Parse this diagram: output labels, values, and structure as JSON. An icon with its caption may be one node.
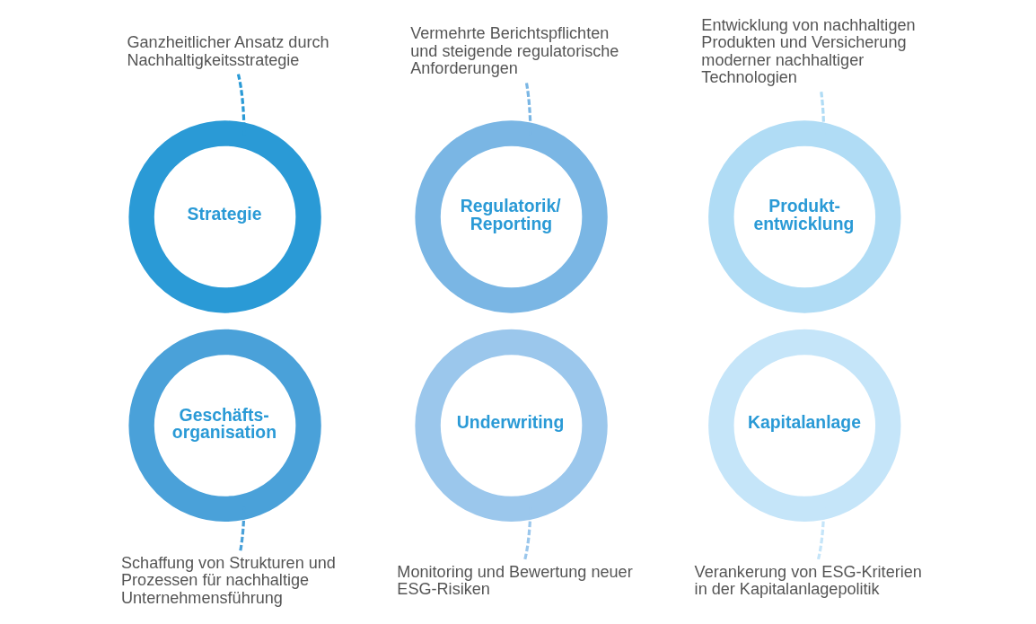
{
  "diagram": {
    "nodes": [
      {
        "text": [
          "Ganzheitlicher Ansatz durch Nachhaltigkeitsstrategie"
        ]
      },
      {
        "text": [
          "Vermehrte Berichtspflichten und steigende regulatorische Anforderungen"
        ]
      },
      {
        "text": [
          "Entwicklung von nachhaltigen Produkten und Versicherung moderner nachhaltiger Technologien"
        ]
      },
      {
        "text": [
          "Strategie"
        ]
      },
      {
        "text": [
          "Regulatorik/ Reporting"
        ]
      },
      {
        "text": [
          "Produkt- entwicklung"
        ]
      },
      {
        "text": [
          "Geschäfts- organisation"
        ]
      },
      {
        "text": [
          "Underwriting"
        ]
      },
      {
        "text": [
          "Kapitalanlage"
        ]
      },
      {
        "text": [
          "Schaffung von Strukturen und Prozessen für nachhaltige Unternehmensführung"
        ]
      },
      {
        "text": [
          "Monitoring und Bewertung neuer ESG-Risiken"
        ]
      },
      {
        "text": [
          "Verankerung von ESG-Kriterien in der Kapitalanlagepolitik"
        ]
      }
    ],
    "edges": [
      {
        "from": 0,
        "to": 3,
        "arrow": "none",
        "style": "dashed",
        "color": "#2a9ad6"
      },
      {
        "from": 1,
        "to": 4,
        "arrow": "none",
        "style": "dashed",
        "color": "#7ab6e4"
      },
      {
        "from": 2,
        "to": 5,
        "arrow": "none",
        "style": "dashed",
        "color": "#b0dcf5"
      },
      {
        "from": 9,
        "to": 6,
        "arrow": "none",
        "style": "dashed",
        "color": "#4aa1d9"
      },
      {
        "from": 10,
        "to": 7,
        "arrow": "none",
        "style": "dashed",
        "color": "#9bc7ec"
      },
      {
        "from": 11,
        "to": 8,
        "arrow": "none",
        "style": "dashed",
        "color": "#c5e5f9"
      }
    ]
  }
}
